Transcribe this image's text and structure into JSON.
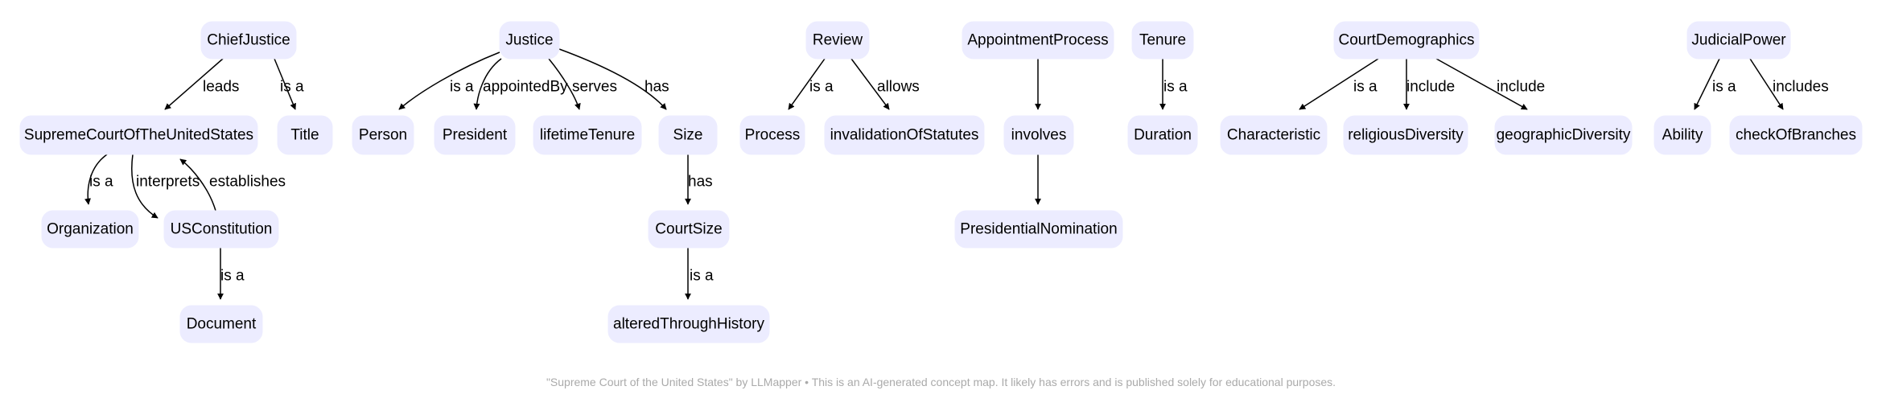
{
  "diagram": {
    "nodes": [
      {
        "id": "ChiefJustice",
        "label": "ChiefJustice"
      },
      {
        "id": "SupremeCourt",
        "label": "SupremeCourtOfTheUnitedStates"
      },
      {
        "id": "Title",
        "label": "Title"
      },
      {
        "id": "Organization",
        "label": "Organization"
      },
      {
        "id": "USConstitution",
        "label": "USConstitution"
      },
      {
        "id": "Document",
        "label": "Document"
      },
      {
        "id": "Justice",
        "label": "Justice"
      },
      {
        "id": "Person",
        "label": "Person"
      },
      {
        "id": "President",
        "label": "President"
      },
      {
        "id": "lifetimeTenure",
        "label": "lifetimeTenure"
      },
      {
        "id": "Size",
        "label": "Size"
      },
      {
        "id": "CourtSize",
        "label": "CourtSize"
      },
      {
        "id": "alteredThroughHistory",
        "label": "alteredThroughHistory"
      },
      {
        "id": "Review",
        "label": "Review"
      },
      {
        "id": "Process",
        "label": "Process"
      },
      {
        "id": "invalidationOfStatutes",
        "label": "invalidationOfStatutes"
      },
      {
        "id": "AppointmentProcess",
        "label": "AppointmentProcess"
      },
      {
        "id": "involves",
        "label": "involves"
      },
      {
        "id": "PresidentialNomination",
        "label": "PresidentialNomination"
      },
      {
        "id": "Tenure",
        "label": "Tenure"
      },
      {
        "id": "Duration",
        "label": "Duration"
      },
      {
        "id": "CourtDemographics",
        "label": "CourtDemographics"
      },
      {
        "id": "Characteristic",
        "label": "Characteristic"
      },
      {
        "id": "religiousDiversity",
        "label": "religiousDiversity"
      },
      {
        "id": "geographicDiversity",
        "label": "geographicDiversity"
      },
      {
        "id": "JudicialPower",
        "label": "JudicialPower"
      },
      {
        "id": "Ability",
        "label": "Ability"
      },
      {
        "id": "checkOfBranches",
        "label": "checkOfBranches"
      }
    ],
    "edges": [
      {
        "from": "ChiefJustice",
        "to": "SupremeCourt",
        "label": "leads"
      },
      {
        "from": "ChiefJustice",
        "to": "Title",
        "label": "is a"
      },
      {
        "from": "SupremeCourt",
        "to": "Organization",
        "label": "is a"
      },
      {
        "from": "SupremeCourt",
        "to": "USConstitution",
        "label": "interprets"
      },
      {
        "from": "USConstitution",
        "to": "SupremeCourt",
        "label": "establishes"
      },
      {
        "from": "USConstitution",
        "to": "Document",
        "label": "is a"
      },
      {
        "from": "Justice",
        "to": "Person",
        "label": "is a"
      },
      {
        "from": "Justice",
        "to": "President",
        "label": "appointedBy"
      },
      {
        "from": "Justice",
        "to": "lifetimeTenure",
        "label": "serves"
      },
      {
        "from": "Justice",
        "to": "Size",
        "label": "has"
      },
      {
        "from": "Size",
        "to": "CourtSize",
        "label": "has"
      },
      {
        "from": "CourtSize",
        "to": "alteredThroughHistory",
        "label": "is a"
      },
      {
        "from": "Review",
        "to": "Process",
        "label": "is a"
      },
      {
        "from": "Review",
        "to": "invalidationOfStatutes",
        "label": "allows"
      },
      {
        "from": "AppointmentProcess",
        "to": "involves",
        "label": ""
      },
      {
        "from": "involves",
        "to": "PresidentialNomination",
        "label": ""
      },
      {
        "from": "Tenure",
        "to": "Duration",
        "label": "is a"
      },
      {
        "from": "CourtDemographics",
        "to": "Characteristic",
        "label": "is a"
      },
      {
        "from": "CourtDemographics",
        "to": "religiousDiversity",
        "label": "include"
      },
      {
        "from": "CourtDemographics",
        "to": "geographicDiversity",
        "label": "include"
      },
      {
        "from": "JudicialPower",
        "to": "Ability",
        "label": "is a"
      },
      {
        "from": "JudicialPower",
        "to": "checkOfBranches",
        "label": "includes"
      }
    ]
  },
  "footer": {
    "text": "\"Supreme Court of the United States\" by LLMapper • This is an AI-generated concept map. It likely has errors and is published solely for educational purposes."
  }
}
